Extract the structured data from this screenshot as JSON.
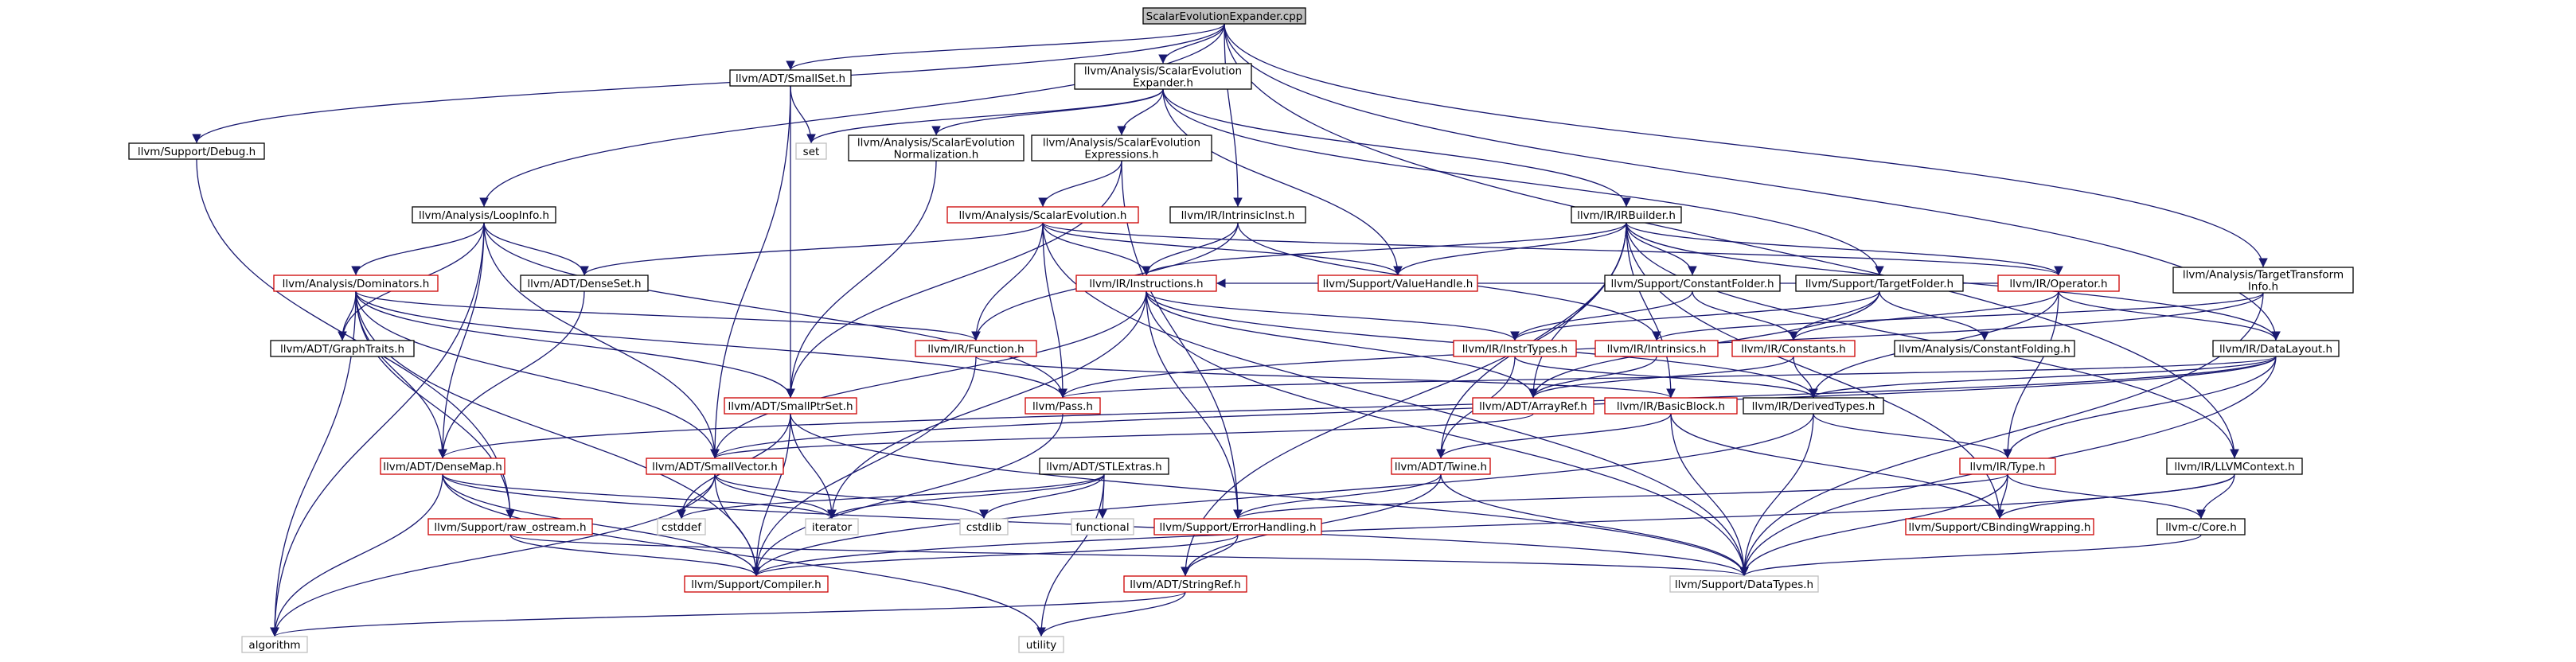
{
  "nodes": [
    {
      "id": "root",
      "lines": [
        "ScalarEvolutionExpander.cpp"
      ],
      "style": "root"
    },
    {
      "id": "debug",
      "lines": [
        "llvm/Support/Debug.h"
      ],
      "style": "black"
    },
    {
      "id": "loopinfo",
      "lines": [
        "llvm/Analysis/LoopInfo.h"
      ],
      "style": "black"
    },
    {
      "id": "smallset",
      "lines": [
        "llvm/ADT/SmallSet.h"
      ],
      "style": "black"
    },
    {
      "id": "seexp",
      "lines": [
        "llvm/Analysis/ScalarEvolution",
        "Expander.h"
      ],
      "style": "black"
    },
    {
      "id": "set",
      "lines": [
        "set"
      ],
      "style": "gray"
    },
    {
      "id": "senorm",
      "lines": [
        "llvm/Analysis/ScalarEvolution",
        "Normalization.h"
      ],
      "style": "black"
    },
    {
      "id": "seexpr",
      "lines": [
        "llvm/Analysis/ScalarEvolution",
        "Expressions.h"
      ],
      "style": "black"
    },
    {
      "id": "se",
      "lines": [
        "llvm/Analysis/ScalarEvolution.h"
      ],
      "style": "red"
    },
    {
      "id": "intrinsicinst",
      "lines": [
        "llvm/IR/IntrinsicInst.h"
      ],
      "style": "black"
    },
    {
      "id": "irbuilder",
      "lines": [
        "llvm/IR/IRBuilder.h"
      ],
      "style": "black"
    },
    {
      "id": "tti",
      "lines": [
        "llvm/Analysis/TargetTransform",
        "Info.h"
      ],
      "style": "black"
    },
    {
      "id": "dominators",
      "lines": [
        "llvm/Analysis/Dominators.h"
      ],
      "style": "red"
    },
    {
      "id": "denseset",
      "lines": [
        "llvm/ADT/DenseSet.h"
      ],
      "style": "black"
    },
    {
      "id": "valuehandle",
      "lines": [
        "llvm/Support/ValueHandle.h"
      ],
      "style": "red"
    },
    {
      "id": "instructions",
      "lines": [
        "llvm/IR/Instructions.h"
      ],
      "style": "red"
    },
    {
      "id": "constantfolder",
      "lines": [
        "llvm/Support/ConstantFolder.h"
      ],
      "style": "black"
    },
    {
      "id": "targetfolder",
      "lines": [
        "llvm/Support/TargetFolder.h"
      ],
      "style": "black"
    },
    {
      "id": "operator",
      "lines": [
        "llvm/IR/Operator.h"
      ],
      "style": "red"
    },
    {
      "id": "graphtraits",
      "lines": [
        "llvm/ADT/GraphTraits.h"
      ],
      "style": "black"
    },
    {
      "id": "function",
      "lines": [
        "llvm/IR/Function.h"
      ],
      "style": "red"
    },
    {
      "id": "instrtypes",
      "lines": [
        "llvm/IR/InstrTypes.h"
      ],
      "style": "red"
    },
    {
      "id": "intrinsics",
      "lines": [
        "llvm/IR/Intrinsics.h"
      ],
      "style": "red"
    },
    {
      "id": "constants",
      "lines": [
        "llvm/IR/Constants.h"
      ],
      "style": "red"
    },
    {
      "id": "constantfolding",
      "lines": [
        "llvm/Analysis/ConstantFolding.h"
      ],
      "style": "black"
    },
    {
      "id": "datalayout",
      "lines": [
        "llvm/IR/DataLayout.h"
      ],
      "style": "black"
    },
    {
      "id": "smallptrset",
      "lines": [
        "llvm/ADT/SmallPtrSet.h"
      ],
      "style": "red"
    },
    {
      "id": "pass",
      "lines": [
        "llvm/Pass.h"
      ],
      "style": "red"
    },
    {
      "id": "arrayref",
      "lines": [
        "llvm/ADT/ArrayRef.h"
      ],
      "style": "red"
    },
    {
      "id": "basicblock",
      "lines": [
        "llvm/IR/BasicBlock.h"
      ],
      "style": "red"
    },
    {
      "id": "derivedtypes",
      "lines": [
        "llvm/IR/DerivedTypes.h"
      ],
      "style": "black"
    },
    {
      "id": "densemap",
      "lines": [
        "llvm/ADT/DenseMap.h"
      ],
      "style": "red"
    },
    {
      "id": "smallvector",
      "lines": [
        "llvm/ADT/SmallVector.h"
      ],
      "style": "red"
    },
    {
      "id": "stlextras",
      "lines": [
        "llvm/ADT/STLExtras.h"
      ],
      "style": "black"
    },
    {
      "id": "twine",
      "lines": [
        "llvm/ADT/Twine.h"
      ],
      "style": "red"
    },
    {
      "id": "type",
      "lines": [
        "llvm/IR/Type.h"
      ],
      "style": "red"
    },
    {
      "id": "llvmcontext",
      "lines": [
        "llvm/IR/LLVMContext.h"
      ],
      "style": "black"
    },
    {
      "id": "rawostream",
      "lines": [
        "llvm/Support/raw_ostream.h"
      ],
      "style": "red"
    },
    {
      "id": "cstddef",
      "lines": [
        "cstddef"
      ],
      "style": "gray"
    },
    {
      "id": "iterator",
      "lines": [
        "iterator"
      ],
      "style": "gray"
    },
    {
      "id": "cstdlib",
      "lines": [
        "cstdlib"
      ],
      "style": "gray"
    },
    {
      "id": "functional",
      "lines": [
        "functional"
      ],
      "style": "gray"
    },
    {
      "id": "errorhandling",
      "lines": [
        "llvm/Support/ErrorHandling.h"
      ],
      "style": "red"
    },
    {
      "id": "cbinding",
      "lines": [
        "llvm/Support/CBindingWrapping.h"
      ],
      "style": "red"
    },
    {
      "id": "ccore",
      "lines": [
        "llvm-c/Core.h"
      ],
      "style": "black"
    },
    {
      "id": "compiler",
      "lines": [
        "llvm/Support/Compiler.h"
      ],
      "style": "red"
    },
    {
      "id": "stringref",
      "lines": [
        "llvm/ADT/StringRef.h"
      ],
      "style": "red"
    },
    {
      "id": "datatypes",
      "lines": [
        "llvm/Support/DataTypes.h"
      ],
      "style": "gray"
    },
    {
      "id": "algorithm",
      "lines": [
        "algorithm"
      ],
      "style": "gray"
    },
    {
      "id": "utility",
      "lines": [
        "utility"
      ],
      "style": "gray"
    }
  ],
  "edges": [
    [
      "root",
      "debug"
    ],
    [
      "root",
      "loopinfo"
    ],
    [
      "root",
      "smallset"
    ],
    [
      "root",
      "seexp"
    ],
    [
      "root",
      "intrinsicinst"
    ],
    [
      "root",
      "tti"
    ],
    [
      "root",
      "datalayout"
    ],
    [
      "root",
      "llvmcontext"
    ],
    [
      "debug",
      "rawostream"
    ],
    [
      "loopinfo",
      "algorithm"
    ],
    [
      "loopinfo",
      "dominators"
    ],
    [
      "loopinfo",
      "denseset"
    ],
    [
      "loopinfo",
      "graphtraits"
    ],
    [
      "loopinfo",
      "densemap"
    ],
    [
      "loopinfo",
      "smallvector"
    ],
    [
      "loopinfo",
      "pass"
    ],
    [
      "smallset",
      "set"
    ],
    [
      "smallset",
      "smallptrset"
    ],
    [
      "smallset",
      "smallvector"
    ],
    [
      "seexp",
      "set"
    ],
    [
      "seexp",
      "senorm"
    ],
    [
      "seexp",
      "seexpr"
    ],
    [
      "seexp",
      "irbuilder"
    ],
    [
      "seexp",
      "targetfolder"
    ],
    [
      "seexp",
      "valuehandle"
    ],
    [
      "senorm",
      "smallptrset"
    ],
    [
      "seexpr",
      "se"
    ],
    [
      "seexpr",
      "smallptrset"
    ],
    [
      "seexpr",
      "errorhandling"
    ],
    [
      "se",
      "denseset"
    ],
    [
      "se",
      "valuehandle"
    ],
    [
      "se",
      "instructions"
    ],
    [
      "se",
      "function"
    ],
    [
      "se",
      "operator"
    ],
    [
      "se",
      "pass"
    ],
    [
      "se",
      "datatypes"
    ],
    [
      "intrinsicinst",
      "function"
    ],
    [
      "intrinsicinst",
      "instructions"
    ],
    [
      "intrinsicinst",
      "intrinsics"
    ],
    [
      "irbuilder",
      "instructions"
    ],
    [
      "irbuilder",
      "valuehandle"
    ],
    [
      "irbuilder",
      "constantfolder"
    ],
    [
      "irbuilder",
      "operator"
    ],
    [
      "irbuilder",
      "datalayout"
    ],
    [
      "irbuilder",
      "basicblock"
    ],
    [
      "irbuilder",
      "arrayref"
    ],
    [
      "irbuilder",
      "twine"
    ],
    [
      "irbuilder",
      "stringref"
    ],
    [
      "irbuilder",
      "cbinding"
    ],
    [
      "irbuilder",
      "llvmcontext"
    ],
    [
      "tti",
      "intrinsics"
    ],
    [
      "tti",
      "pass"
    ],
    [
      "tti",
      "datatypes"
    ],
    [
      "dominators",
      "function"
    ],
    [
      "dominators",
      "graphtraits"
    ],
    [
      "dominators",
      "densemap"
    ],
    [
      "dominators",
      "smallptrset"
    ],
    [
      "dominators",
      "smallvector"
    ],
    [
      "dominators",
      "pass"
    ],
    [
      "dominators",
      "algorithm"
    ],
    [
      "dominators",
      "rawostream"
    ],
    [
      "dominators",
      "compiler"
    ],
    [
      "denseset",
      "densemap"
    ],
    [
      "instructions",
      "instrtypes"
    ],
    [
      "instructions",
      "derivedtypes"
    ],
    [
      "instructions",
      "arrayref"
    ],
    [
      "instructions",
      "smallvector"
    ],
    [
      "instructions",
      "errorhandling"
    ],
    [
      "instructions",
      "iterator"
    ],
    [
      "instructions",
      "datatypes"
    ],
    [
      "constantfolder",
      "constants"
    ],
    [
      "constantfolder",
      "instrtypes"
    ],
    [
      "targetfolder",
      "constants"
    ],
    [
      "targetfolder",
      "instrtypes"
    ],
    [
      "targetfolder",
      "constantfolding"
    ],
    [
      "targetfolder",
      "arrayref"
    ],
    [
      "operator",
      "constants"
    ],
    [
      "operator",
      "instructions"
    ],
    [
      "operator",
      "datalayout"
    ],
    [
      "operator",
      "derivedtypes"
    ],
    [
      "operator",
      "type"
    ],
    [
      "function",
      "basicblock"
    ],
    [
      "function",
      "compiler"
    ],
    [
      "instrtypes",
      "twine"
    ],
    [
      "instrtypes",
      "derivedtypes"
    ],
    [
      "intrinsics",
      "arrayref"
    ],
    [
      "constants",
      "derivedtypes"
    ],
    [
      "constants",
      "arrayref"
    ],
    [
      "datalayout",
      "pass"
    ],
    [
      "datalayout",
      "derivedtypes"
    ],
    [
      "datalayout",
      "type"
    ],
    [
      "datalayout",
      "densemap"
    ],
    [
      "datalayout",
      "smallvector"
    ],
    [
      "datalayout",
      "datatypes"
    ],
    [
      "smallptrset",
      "compiler"
    ],
    [
      "smallptrset",
      "cstddef"
    ],
    [
      "smallptrset",
      "iterator"
    ],
    [
      "smallptrset",
      "datatypes"
    ],
    [
      "pass",
      "compiler"
    ],
    [
      "arrayref",
      "smallvector"
    ],
    [
      "basicblock",
      "twine"
    ],
    [
      "basicblock",
      "cbinding"
    ],
    [
      "basicblock",
      "datatypes"
    ],
    [
      "derivedtypes",
      "type"
    ],
    [
      "derivedtypes",
      "datatypes"
    ],
    [
      "derivedtypes",
      "compiler"
    ],
    [
      "densemap",
      "algorithm"
    ],
    [
      "densemap",
      "compiler"
    ],
    [
      "densemap",
      "utility"
    ],
    [
      "densemap",
      "iterator"
    ],
    [
      "densemap",
      "datatypes"
    ],
    [
      "smallvector",
      "algorithm"
    ],
    [
      "smallvector",
      "compiler"
    ],
    [
      "smallvector",
      "iterator"
    ],
    [
      "smallvector",
      "cstddef"
    ],
    [
      "smallvector",
      "cstdlib"
    ],
    [
      "stlextras",
      "cstddef"
    ],
    [
      "stlextras",
      "cstdlib"
    ],
    [
      "stlextras",
      "functional"
    ],
    [
      "stlextras",
      "iterator"
    ],
    [
      "stlextras",
      "utility"
    ],
    [
      "twine",
      "stringref"
    ],
    [
      "twine",
      "errorhandling"
    ],
    [
      "twine",
      "datatypes"
    ],
    [
      "type",
      "errorhandling"
    ],
    [
      "type",
      "cbinding"
    ],
    [
      "type",
      "ccore"
    ],
    [
      "type",
      "datatypes"
    ],
    [
      "llvmcontext",
      "compiler"
    ],
    [
      "llvmcontext",
      "cbinding"
    ],
    [
      "llvmcontext",
      "ccore"
    ],
    [
      "rawostream",
      "compiler"
    ],
    [
      "rawostream",
      "datatypes"
    ],
    [
      "errorhandling",
      "compiler"
    ],
    [
      "errorhandling",
      "stringref"
    ],
    [
      "ccore",
      "datatypes"
    ],
    [
      "stringref",
      "algorithm"
    ],
    [
      "stringref",
      "utility"
    ]
  ]
}
